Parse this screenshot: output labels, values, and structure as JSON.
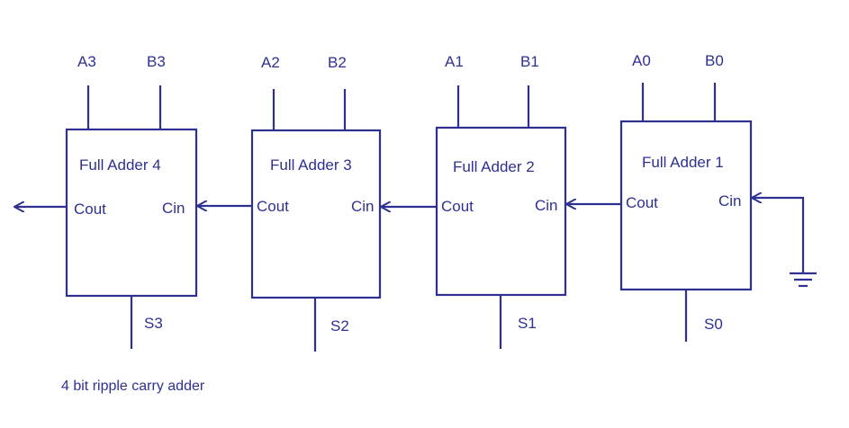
{
  "caption": "4 bit ripple carry adder",
  "colors": {
    "line": "#2e3192",
    "background": "#ffffff"
  },
  "adders": [
    {
      "title": "Full Adder 4",
      "a": "A3",
      "b": "B3",
      "sum": "S3",
      "cin": "Cin",
      "cout": "Cout"
    },
    {
      "title": "Full Adder 3",
      "a": "A2",
      "b": "B2",
      "sum": "S2",
      "cin": "Cin",
      "cout": "Cout"
    },
    {
      "title": "Full Adder 2",
      "a": "A1",
      "b": "B1",
      "sum": "S1",
      "cin": "Cin",
      "cout": "Cout"
    },
    {
      "title": "Full Adder 1",
      "a": "A0",
      "b": "B0",
      "sum": "S0",
      "cin": "Cin",
      "cout": "Cout"
    }
  ]
}
